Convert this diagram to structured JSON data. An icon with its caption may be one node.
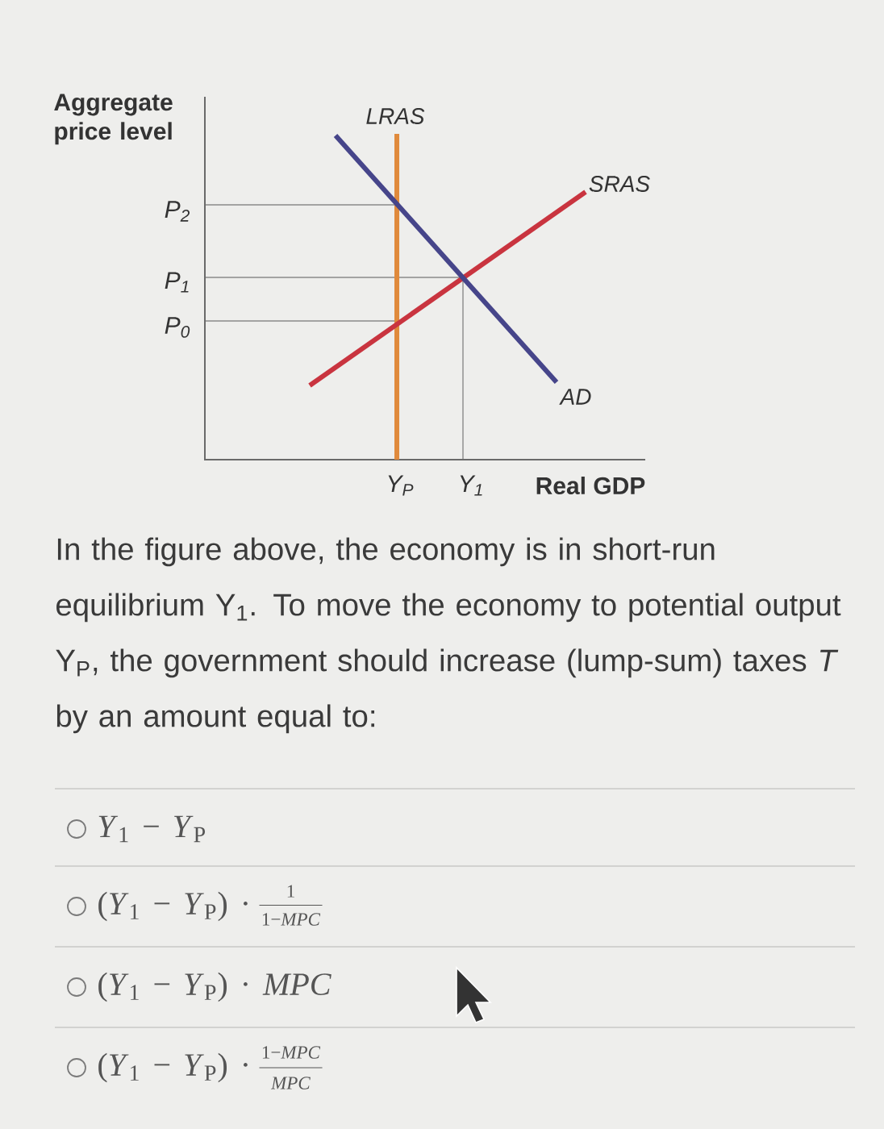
{
  "diagram": {
    "labels": [
      "Aggregate price level",
      "LRAS",
      "SRAS",
      "P$_{2}$",
      "P$_{1}$",
      "P$_{0}$",
      "AD",
      "Y$_{P}$",
      "Y$_{1}$",
      "Real GDP",
      "In the figure above, the economy is in short-run equilibrium Y$_{1}$. To move the economy to potential output Y$_{P}$, the government should increase (lump-sum) taxes *T* by an amount equal to:",
      "*Y*$_{1}$ − *Y*$_{P}$",
      "(*Y*$_{1}$ − *Y*$_{P}$) ·",
      "1",
      "1−*MPC*",
      "(*Y*$_{1}$ − *Y*$_{P}$) · *MPC*",
      "(*Y*$_{1}$ − *Y*$_{P}$) ·",
      "1−*MPC*",
      "*MPC*"
    ]
  }
}
